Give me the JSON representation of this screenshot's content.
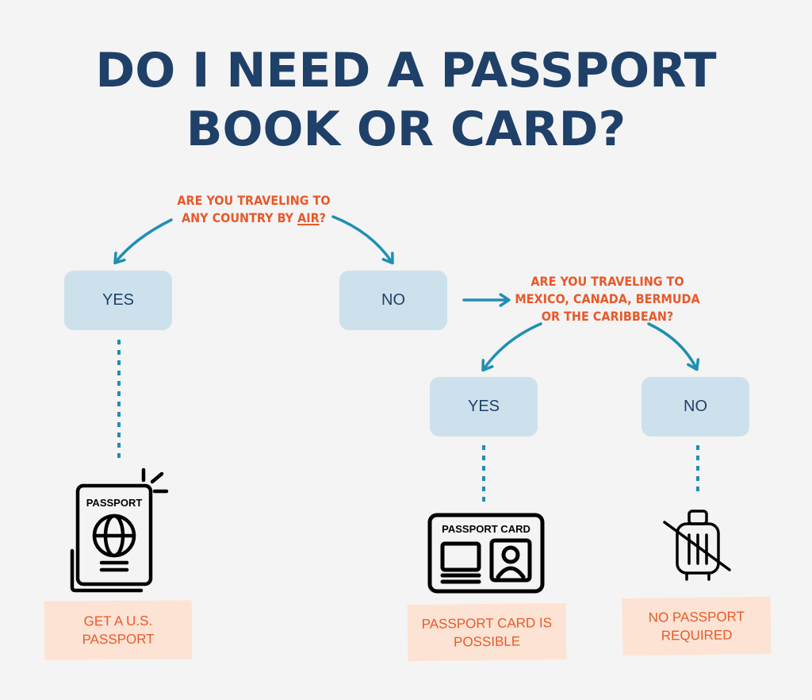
{
  "title": {
    "line1": "DO I NEED A PASSPORT",
    "line2": "BOOK OR CARD?"
  },
  "question1": {
    "line1": "ARE YOU TRAVELING TO",
    "line2_prefix": "ANY COUNTRY BY ",
    "line2_emphasis": "AIR",
    "line2_suffix": "?"
  },
  "question2": {
    "line1": "ARE YOU TRAVELING TO",
    "line2": "MEXICO, CANADA, BERMUDA",
    "line3": "OR THE CARIBBEAN?"
  },
  "answers": {
    "yes": "YES",
    "no": "NO"
  },
  "icons": {
    "passport_book": "passport-book-icon",
    "passport_book_label": "PASSPORT",
    "passport_card": "passport-card-icon",
    "passport_card_label": "PASSPORT CARD",
    "no_luggage": "no-luggage-icon"
  },
  "results": {
    "passport": {
      "line1": "GET A U.S.",
      "line2": "PASSPORT"
    },
    "card": {
      "line1": "PASSPORT CARD IS",
      "line2": "POSSIBLE"
    },
    "none": {
      "line1": "NO PASSPORT",
      "line2": "REQUIRED"
    }
  },
  "colors": {
    "title": "#1f4068",
    "question": "#e8592a",
    "answer_box": "#cce1ec",
    "result_box": "#fce3d4",
    "connector": "#1f8fb3",
    "background": "#f4f4f4"
  }
}
